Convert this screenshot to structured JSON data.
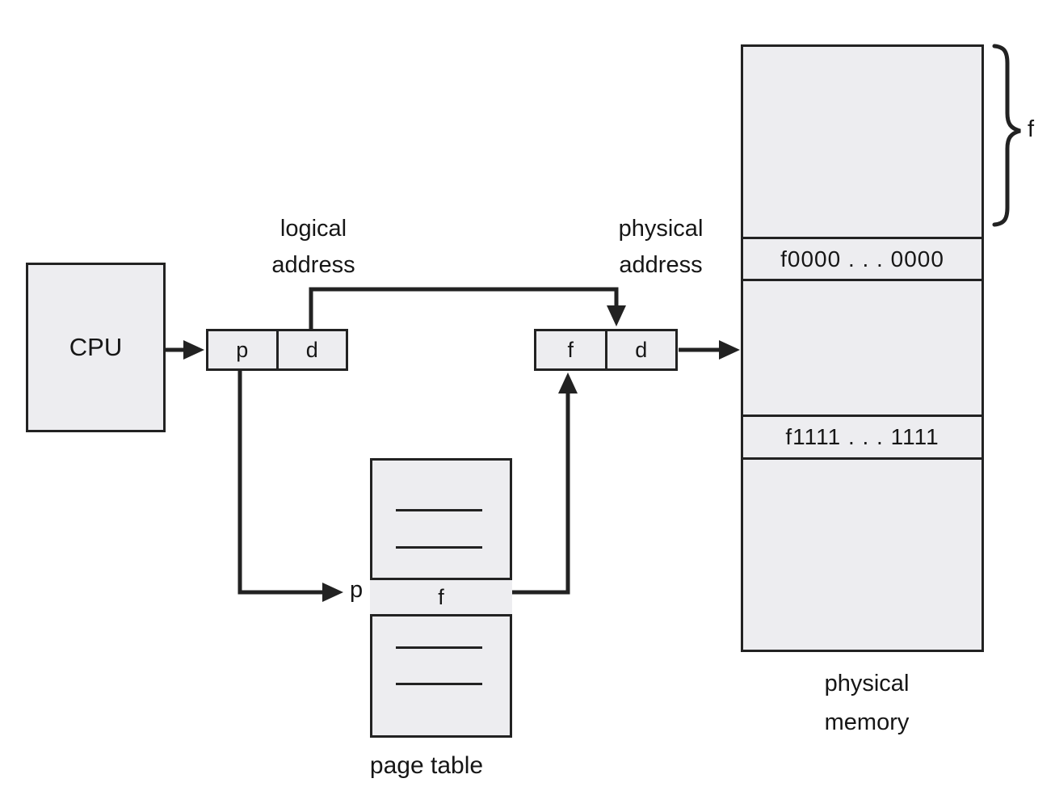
{
  "colors": {
    "box_fill": "#ededf0",
    "line": "#222222",
    "text": "#161616",
    "background": "#ffffff"
  },
  "cpu": {
    "label": "CPU"
  },
  "logical_address": {
    "caption": [
      "logical",
      "address"
    ],
    "page_field": "p",
    "offset_field": "d"
  },
  "physical_address": {
    "caption": [
      "physical",
      "address"
    ],
    "frame_field": "f",
    "offset_field": "d"
  },
  "page_table": {
    "caption": "page table",
    "index_label": "p",
    "entry_value": "f"
  },
  "physical_memory": {
    "caption": [
      "physical",
      "memory"
    ],
    "frame_start_address": "f0000 . . . 0000",
    "frame_end_address": "f1111 . . . 1111",
    "frame_brace_label": "f"
  }
}
